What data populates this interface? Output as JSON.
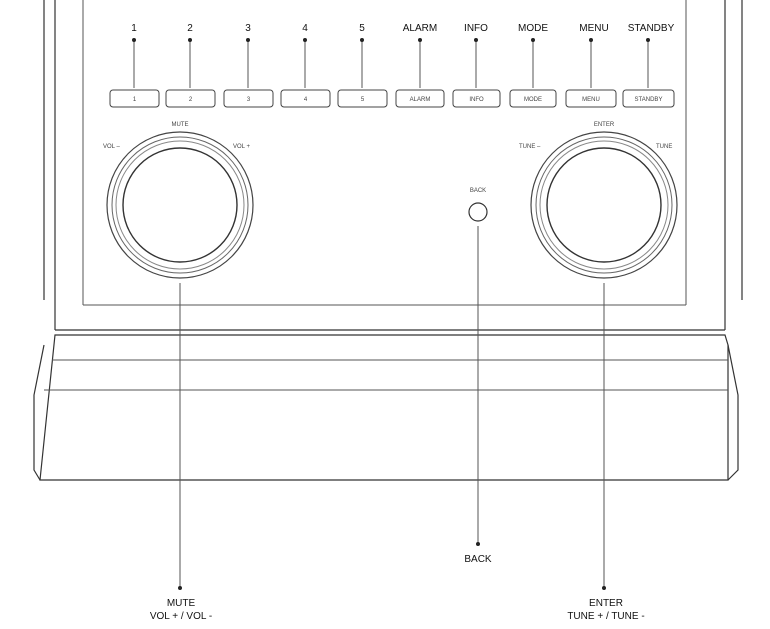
{
  "callouts": {
    "btn1": "1",
    "btn2": "2",
    "btn3": "3",
    "btn4": "4",
    "btn5": "5",
    "alarm": "ALARM",
    "info": "INFO",
    "mode": "MODE",
    "menu": "MENU",
    "standby": "STANDBY",
    "back": "BACK",
    "volume_knob_line1": "MUTE",
    "volume_knob_line2": "VOL + / VOL -",
    "tune_knob_line1": "ENTER",
    "tune_knob_line2": "TUNE + / TUNE -"
  },
  "buttons": {
    "b1": "1",
    "b2": "2",
    "b3": "3",
    "b4": "4",
    "b5": "5",
    "alarm": "ALARM",
    "info": "INFO",
    "mode": "MODE",
    "menu": "MENU",
    "standby": "STANDBY"
  },
  "panel_labels": {
    "mute": "MUTE",
    "vol_minus": "VOL –",
    "vol_plus": "VOL +",
    "back": "BACK",
    "enter": "ENTER",
    "tune_minus": "TUNE –",
    "tune_plus": "TUNE"
  }
}
